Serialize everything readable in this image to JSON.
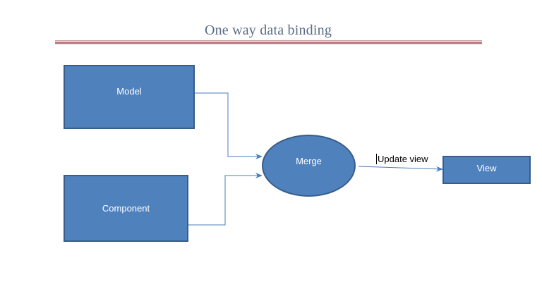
{
  "diagram": {
    "title": "One way data binding",
    "nodes": {
      "model": "Model",
      "component": "Component",
      "merge": "Merge",
      "view": "View"
    },
    "edges": {
      "update_view": "Update view"
    },
    "colors": {
      "node_fill": "#4f81bd",
      "node_stroke": "#385d8a",
      "connector": "#4a7ebb",
      "title_text": "#5a6b87",
      "title_rule": "#b9787f"
    }
  }
}
